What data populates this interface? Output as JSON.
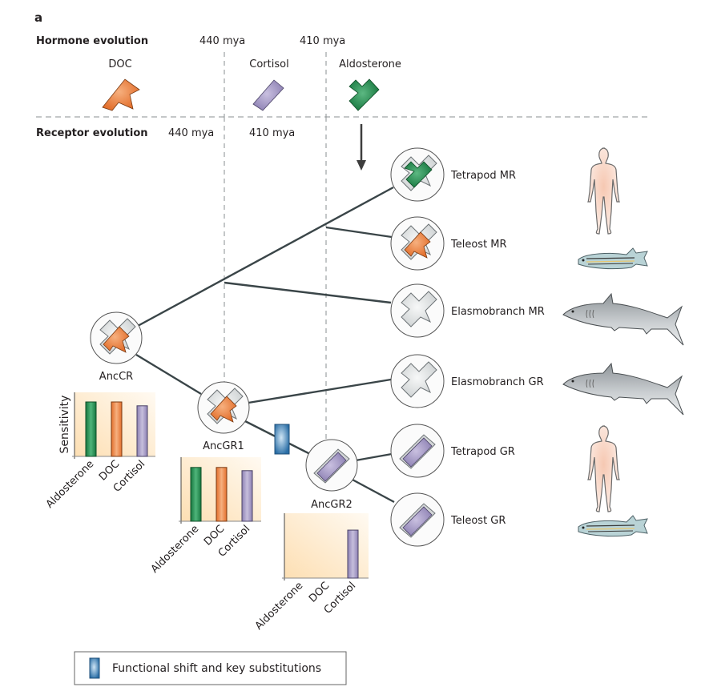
{
  "panel_label": "a",
  "hormone_section": {
    "title": "Hormone evolution",
    "time_markers": [
      "440 mya",
      "410 mya"
    ],
    "hormones": [
      {
        "name": "DOC",
        "color": "#e8773a"
      },
      {
        "name": "Cortisol",
        "color": "#9b8fbd"
      },
      {
        "name": "Aldosterone",
        "color": "#1e8a4c"
      }
    ]
  },
  "receptor_section": {
    "title": "Receptor evolution",
    "time_markers": [
      "440 mya",
      "410 mya"
    ]
  },
  "ancestral_nodes": [
    {
      "name": "AncCR",
      "bound_ligand": "DOC"
    },
    {
      "name": "AncGR1",
      "bound_ligand": "DOC"
    },
    {
      "name": "AncGR2",
      "bound_ligand": "Cortisol"
    }
  ],
  "extant_receptors": [
    {
      "name": "Tetrapod MR",
      "bound_ligand": "Aldosterone",
      "organism": "human"
    },
    {
      "name": "Teleost MR",
      "bound_ligand": "DOC",
      "organism": "zebrafish"
    },
    {
      "name": "Elasmobranch MR",
      "bound_ligand": "none",
      "organism": "shark"
    },
    {
      "name": "Elasmobranch GR",
      "bound_ligand": "none",
      "organism": "shark"
    },
    {
      "name": "Tetrapod GR",
      "bound_ligand": "Cortisol",
      "organism": "human"
    },
    {
      "name": "Teleost GR",
      "bound_ligand": "Cortisol",
      "organism": "zebrafish"
    }
  ],
  "colors": {
    "branch": "#3a4548",
    "functional_shift": "#2a7ab8",
    "receptor_grey": "#d4d7d8",
    "chart_bg": "#fde7c4",
    "human_skin": "#f8d8c8",
    "shark_grey": "#a9adb0",
    "fish_body": "#a8c8cc"
  },
  "legend": {
    "label": "Functional shift and key substitutions"
  },
  "chart_data": [
    {
      "type": "bar",
      "title": "AncCR",
      "categories": [
        "Aldosterone",
        "DOC",
        "Cortisol"
      ],
      "values": [
        0.85,
        0.85,
        0.79
      ],
      "ylabel": "Sensitivity",
      "ylim": [
        0,
        1
      ],
      "colors": [
        "#1e8a4c",
        "#e8773a",
        "#9b8fbd"
      ]
    },
    {
      "type": "bar",
      "title": "AncGR1",
      "categories": [
        "Aldosterone",
        "DOC",
        "Cortisol"
      ],
      "values": [
        0.84,
        0.84,
        0.79
      ],
      "ylabel": "",
      "ylim": [
        0,
        1
      ],
      "colors": [
        "#1e8a4c",
        "#e8773a",
        "#9b8fbd"
      ]
    },
    {
      "type": "bar",
      "title": "AncGR2",
      "categories": [
        "Aldosterone",
        "DOC",
        "Cortisol"
      ],
      "values": [
        0,
        0,
        0.74
      ],
      "ylabel": "",
      "ylim": [
        0,
        1
      ],
      "colors": [
        "#1e8a4c",
        "#e8773a",
        "#9b8fbd"
      ]
    }
  ]
}
